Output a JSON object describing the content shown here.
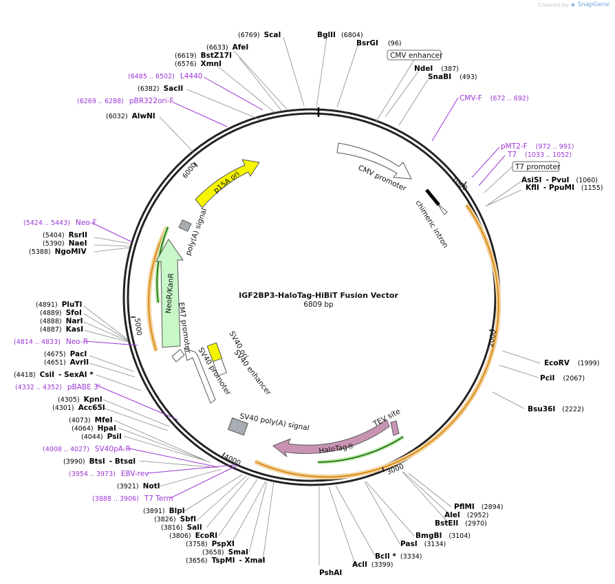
{
  "credit": {
    "created_by": "Created by",
    "brand": "SnapGene"
  },
  "map": {
    "title": "IGF2BP3-HaloTag-HiBiT Fusion Vector",
    "size_label": "6809 bp",
    "total_bp": 6809,
    "ticks": [
      "1000",
      "2000",
      "3000",
      "4000",
      "5000",
      "6000"
    ],
    "features": [
      {
        "name": "CMV promoter",
        "color": "#ffffff"
      },
      {
        "name": "chimeric intron",
        "color": "#ffffff"
      },
      {
        "name": "HaloTag®",
        "color": "#c994b4"
      },
      {
        "name": "TEV site",
        "color": "#c994b4"
      },
      {
        "name": "SV40 poly(A) signal",
        "color": "#a8adb3"
      },
      {
        "name": "SV40 promoter",
        "color": "#ffffff"
      },
      {
        "name": "SV40 enhancer",
        "color": "#ffffff"
      },
      {
        "name": "SV40 ori",
        "color": "#f5f500"
      },
      {
        "name": "EM7 promoter",
        "color": "#ffffff"
      },
      {
        "name": "NeoR/KanR",
        "color": "#c8f7c8"
      },
      {
        "name": "poly(A) signal",
        "color": "#a8adb3"
      },
      {
        "name": "p15A ori",
        "color": "#f5f500"
      }
    ],
    "boxed_features": [
      "CMV enhancer",
      "T7 promoter"
    ],
    "sites": [
      {
        "name": "ScaI",
        "pos": "(6769)"
      },
      {
        "name": "BglII",
        "pos": "(6804)"
      },
      {
        "name": "BsrGI",
        "pos": "(96)"
      },
      {
        "name": "AfeI",
        "pos": "(6633)"
      },
      {
        "name": "BstZ17I",
        "pos": "(6619)"
      },
      {
        "name": "XmnI",
        "pos": "(6576)"
      },
      {
        "name": "NdeI",
        "pos": "(387)"
      },
      {
        "name": "SnaBI",
        "pos": "(493)"
      },
      {
        "name": "SacII",
        "pos": "(6382)"
      },
      {
        "name": "AlwNI",
        "pos": "(6032)"
      },
      {
        "name": "AsiSI",
        "sep": "- PvuI",
        "pos": "(1060)"
      },
      {
        "name": "KflI",
        "sep": "- PpuMI",
        "pos": "(1155)"
      },
      {
        "name": "RsrII",
        "pos": "(5404)"
      },
      {
        "name": "NaeI",
        "pos": "(5390)"
      },
      {
        "name": "NgoMIV",
        "pos": "(5388)"
      },
      {
        "name": "PluTI",
        "pos": "(4891)"
      },
      {
        "name": "SfoI",
        "pos": "(4889)"
      },
      {
        "name": "NarI",
        "pos": "(4888)"
      },
      {
        "name": "KasI",
        "pos": "(4887)"
      },
      {
        "name": "PacI",
        "pos": "(4675)"
      },
      {
        "name": "AvrII",
        "pos": "(4651)"
      },
      {
        "name": "CsiI",
        "sep": "- SexAI *",
        "pos": "(4418)"
      },
      {
        "name": "EcoRV",
        "pos": "(1999)"
      },
      {
        "name": "PciI",
        "pos": "(2067)"
      },
      {
        "name": "Bsu36I",
        "pos": "(2222)"
      },
      {
        "name": "KpnI",
        "pos": "(4305)"
      },
      {
        "name": "Acc65I",
        "pos": "(4301)"
      },
      {
        "name": "MfeI",
        "pos": "(4073)"
      },
      {
        "name": "HpaI",
        "pos": "(4064)"
      },
      {
        "name": "PsiI",
        "pos": "(4044)"
      },
      {
        "name": "BtsI",
        "sep": "- BtsαI",
        "pos": "(3990)"
      },
      {
        "name": "NotI",
        "pos": "(3921)"
      },
      {
        "name": "BlpI",
        "pos": "(3891)"
      },
      {
        "name": "SbfI",
        "pos": "(3826)"
      },
      {
        "name": "SalI",
        "pos": "(3816)"
      },
      {
        "name": "EcoRI",
        "pos": "(3806)"
      },
      {
        "name": "PspXI",
        "pos": "(3758)"
      },
      {
        "name": "SmaI",
        "pos": "(3658)"
      },
      {
        "name": "TspMI",
        "sep": "- XmaI",
        "pos": "(3656)"
      },
      {
        "name": "PshAI",
        "pos": ""
      },
      {
        "name": "AclI",
        "pos": "(3399)"
      },
      {
        "name": "BclI *",
        "pos": "(3334)"
      },
      {
        "name": "PasI",
        "pos": "(3134)"
      },
      {
        "name": "BmgBI",
        "pos": "(3104)"
      },
      {
        "name": "BstEII",
        "pos": "(2970)"
      },
      {
        "name": "AleI",
        "pos": "(2952)"
      },
      {
        "name": "PflMI",
        "pos": "(2894)"
      }
    ],
    "primers": [
      {
        "name": "L4440",
        "pos": "(6485 .. 6502)"
      },
      {
        "name": "pBR322ori-F",
        "pos": "(6269 .. 6288)"
      },
      {
        "name": "CMV-F",
        "pos": "(672 .. 692)"
      },
      {
        "name": "pMT2-F",
        "pos": "(972 .. 991)"
      },
      {
        "name": "T7",
        "pos": "(1033 .. 1052)"
      },
      {
        "name": "Neo-F",
        "pos": "(5424 .. 5443)"
      },
      {
        "name": "Neo-R",
        "pos": "(4814 .. 4833)"
      },
      {
        "name": "pBABE 3'",
        "pos": "(4332 .. 4352)"
      },
      {
        "name": "SV40pA-R",
        "pos": "(4008 .. 4027)"
      },
      {
        "name": "EBV-rev",
        "pos": "(3954 .. 3973)"
      },
      {
        "name": "T7 Term",
        "pos": "(3888 .. 3906)"
      }
    ]
  }
}
